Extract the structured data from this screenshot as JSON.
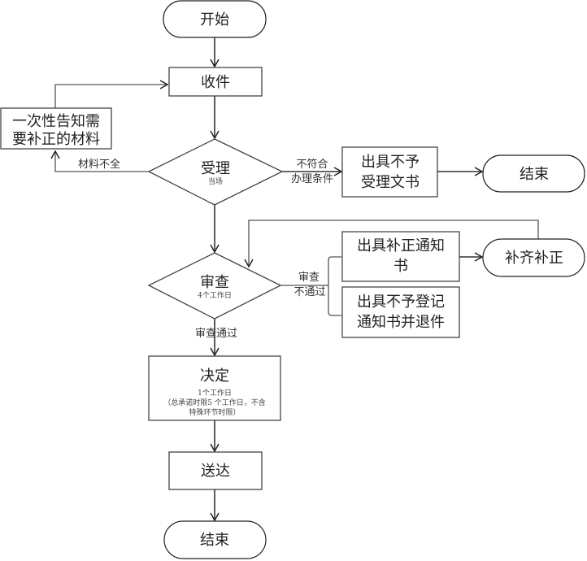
{
  "diagram": {
    "type": "flowchart",
    "nodes": {
      "start": {
        "label": "开始",
        "shape": "terminator"
      },
      "receive": {
        "label": "收件",
        "shape": "process"
      },
      "notify_materials": {
        "line1": "一次性告知需",
        "line2": "要补正的材料",
        "shape": "process"
      },
      "accept": {
        "label": "受理",
        "sublabel": "当场",
        "shape": "decision"
      },
      "reject_doc": {
        "line1": "出具不予",
        "line2": "受理文书",
        "shape": "process"
      },
      "end_right": {
        "label": "结束",
        "shape": "terminator"
      },
      "review": {
        "label": "审查",
        "sublabel": "4个工作日",
        "shape": "decision"
      },
      "correction_notice": {
        "line1": "出具补正通知",
        "line2": "书",
        "shape": "process"
      },
      "complete_correction": {
        "label": "补齐补正",
        "shape": "terminator"
      },
      "refuse_register": {
        "line1": "出具不予登记",
        "line2": "通知书并退件",
        "shape": "process"
      },
      "decide": {
        "label": "决定",
        "sub1": "1个工作日",
        "sub2": "（总承诺时限5 个工作日，不含",
        "sub3": "特殊环节时限）",
        "shape": "process"
      },
      "deliver": {
        "label": "送达",
        "shape": "process"
      },
      "end_bottom": {
        "label": "结束",
        "shape": "terminator"
      }
    },
    "edges": {
      "incomplete": "材料不全",
      "not_qualified_1": "不符合",
      "not_qualified_2": "办理条件",
      "review_fail_1": "审查",
      "review_fail_2": "不通过",
      "review_pass": "审查通过"
    }
  }
}
